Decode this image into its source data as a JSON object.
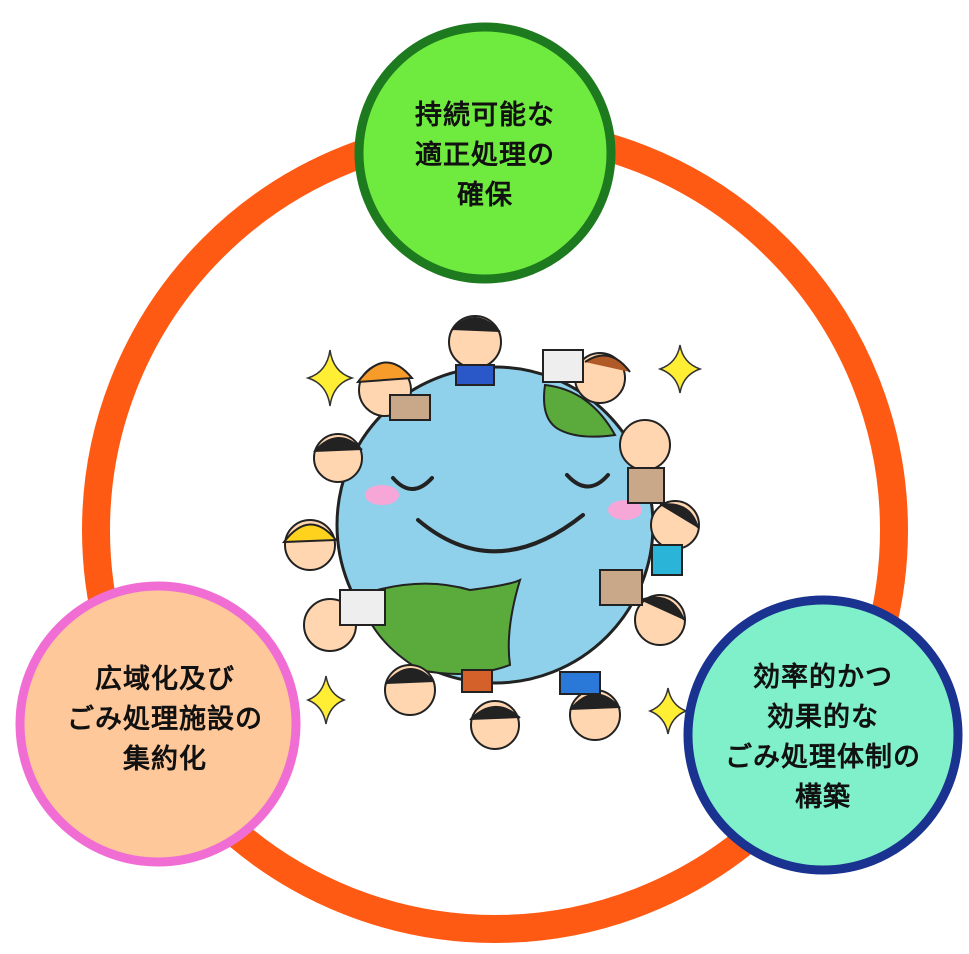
{
  "colors": {
    "ring": "#ff5a14",
    "top_fill": "#6fea3f",
    "top_border": "#1e7a1e",
    "left_fill": "#ffc89a",
    "left_border": "#f06ed4",
    "right_fill": "#7ff0c9",
    "right_border": "#1a3290",
    "earth_ocean": "#8fd0ea",
    "earth_land": "#5aaa3c",
    "sparkle": "#ffee33"
  },
  "nodes": [
    {
      "id": "top",
      "lines": [
        "持続可能な",
        "適正処理の",
        "確保"
      ]
    },
    {
      "id": "left",
      "lines": [
        "広域化及び",
        "ごみ処理施設の",
        "集約化"
      ]
    },
    {
      "id": "right",
      "lines": [
        "効率的かつ",
        "効果的な",
        "ごみ処理体制の",
        "構築"
      ]
    }
  ],
  "illustration": {
    "name": "smiling-earth-with-people",
    "icons": [
      "earth-icon",
      "sparkle-icon",
      "person-icon"
    ]
  }
}
